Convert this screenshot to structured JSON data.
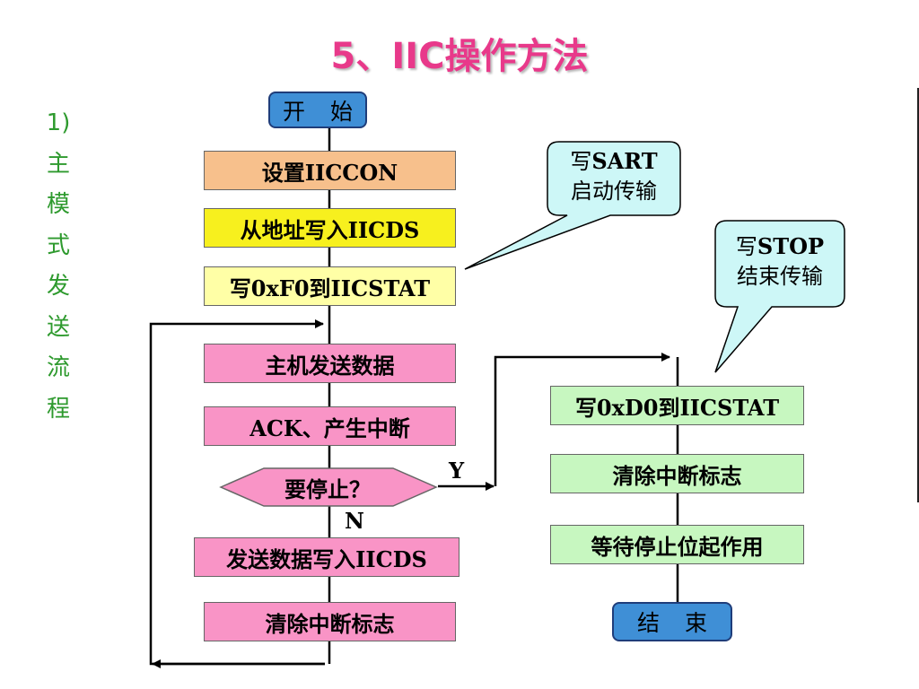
{
  "title": "5、IIC操作方法",
  "side_label": [
    "1)",
    "主",
    "模",
    "式",
    "发",
    "送",
    "流",
    "程"
  ],
  "flow": {
    "start": "开 始",
    "set_iiccon": "设置IICCON",
    "addr_write": "从地址写入IICDS",
    "write_f0": "写0xF0到IICSTAT",
    "master_send": "主机发送数据",
    "ack_interrupt": "ACK、产生中断",
    "stop_question": "要停止？",
    "send_data": "发送数据写入IICDS",
    "clear_flag_left": "清除中断标志",
    "write_d0": "写0xD0到IICSTAT",
    "clear_flag_right": "清除中断标志",
    "wait_stop": "等待停止位起作用",
    "end": "结 束",
    "yes": "Y",
    "no": "N"
  },
  "callouts": {
    "start_line1_prefix": "写",
    "start_line1_bold": "SART",
    "start_line2": "启动传输",
    "stop_line1_prefix": "写",
    "stop_line1_bold": "STOP",
    "stop_line2": "结束传输"
  },
  "colors": {
    "title": "#e8398a",
    "side_label": "#2e9a2e",
    "start_end": "#3f8fd6",
    "set_iiccon": "#f7c08c",
    "addr_write": "#f7f01e",
    "write_f0": "#ffffa6",
    "pink_steps": "#f994c6",
    "green_steps": "#c7f7c0",
    "callout": "#cdf7f7"
  }
}
